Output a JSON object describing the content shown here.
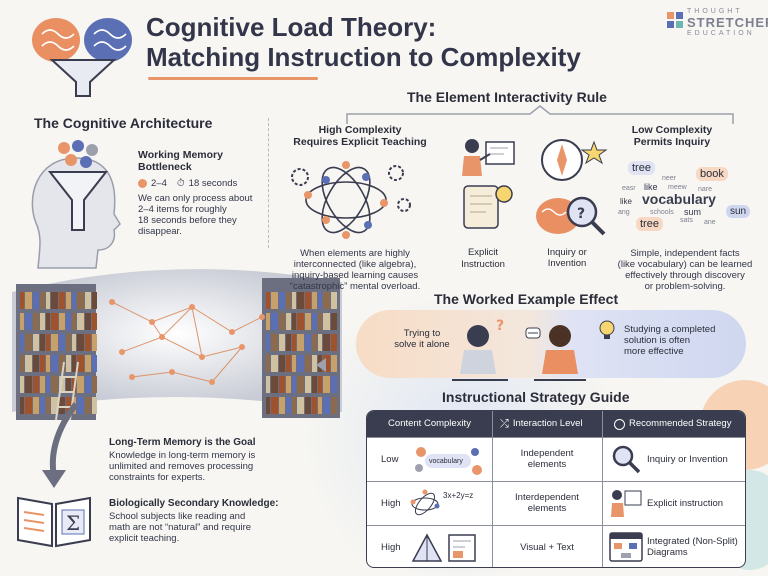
{
  "header": {
    "title_line1": "Cognitive Load Theory:",
    "title_line2": "Matching Instruction to Complexity",
    "logo_top": "THOUGHT",
    "logo_main": "STRETCHERS",
    "logo_bottom": "EDUCATION"
  },
  "architecture": {
    "heading": "The Cognitive Architecture",
    "wm_title_line1": "Working Memory",
    "wm_title_line2": "Bottleneck",
    "wm_items": "2–4",
    "wm_seconds": "18 seconds",
    "wm_text": [
      "We can only process about",
      "2–4 items for roughly",
      "18 seconds before they",
      "disappear."
    ],
    "ltm_title": "Long-Term Memory is the Goal",
    "ltm_text": [
      "Knowledge in long-term memory is",
      "unlimited and removes processing",
      "constraints for experts."
    ],
    "bsk_title_line1": "Biologically Secondary Knowledge:",
    "bsk_text": [
      "School subjects like reading and",
      "math are not “natural” and require",
      "explicit teaching."
    ]
  },
  "interactivity": {
    "heading": "The Element Interactivity Rule",
    "high_title_line1": "High Complexity",
    "high_title_line2": "Requires Explicit Teaching",
    "high_text": [
      "When elements are highly",
      "interconnected (like algebra),",
      "inquiry-based learning causes",
      "“catastrophic” mental overload."
    ],
    "explicit_line1": "Explicit",
    "explicit_line2": "Instruction",
    "inquiry_line1": "Inquiry or",
    "inquiry_line2": "Invention",
    "low_title_line1": "Low Complexity",
    "low_title_line2": "Permits Inquiry",
    "low_text": [
      "Simple, independent facts",
      "(like vocabulary) can be learned",
      "effectively through discovery",
      "or problem-solving."
    ],
    "words": [
      "tree",
      "book",
      "neer",
      "easr",
      "like",
      "meew",
      "nare",
      "like",
      "vocabulary",
      "sun",
      "ang",
      "schools",
      "sum",
      "tree",
      "sats",
      "ane"
    ]
  },
  "worked": {
    "heading": "The Worked Example Effect",
    "left_line1": "Trying to",
    "left_line2": "solve it alone",
    "right_line1": "Studying a completed",
    "right_line2": "solution is often",
    "right_line3": "more effective"
  },
  "strategy": {
    "heading": "Instructional Strategy Guide",
    "columns": [
      "Content Complexity",
      "Interaction Level",
      "Recommended Strategy"
    ],
    "rows": [
      {
        "complexity": "Low",
        "icon_label": "vocabulary",
        "interaction_line1": "Independent",
        "interaction_line2": "elements",
        "strategy_line1": "Inquiry or Invention",
        "strategy_line2": ""
      },
      {
        "complexity": "High",
        "icon_label": "3x+2y=z",
        "interaction_line1": "Interdependent",
        "interaction_line2": "elements",
        "strategy_line1": "Explicit instruction",
        "strategy_line2": ""
      },
      {
        "complexity": "High",
        "icon_label": "",
        "interaction_line1": "Visual + Text",
        "interaction_line2": "",
        "strategy_line1": "Integrated (Non-Split)",
        "strategy_line2": "Diagrams"
      }
    ]
  },
  "colors": {
    "accent_orange": "#e9956a",
    "navy": "#3a3d50",
    "blue": "#5b6fb5",
    "teal": "#6cb7b4"
  }
}
